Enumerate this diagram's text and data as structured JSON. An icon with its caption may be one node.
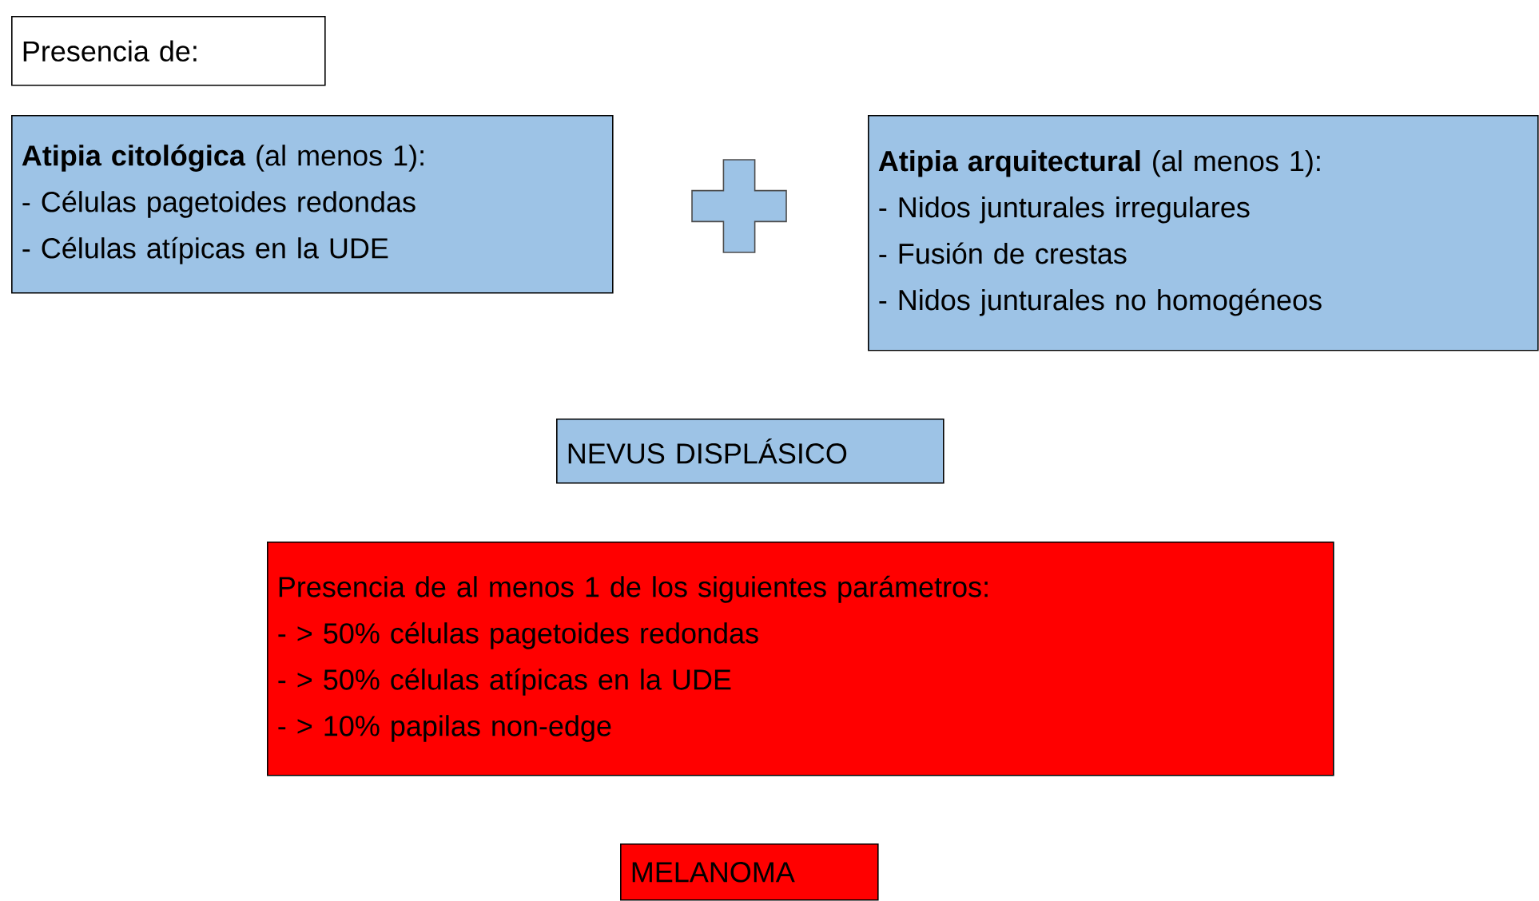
{
  "diagram": {
    "nodes": [
      {
        "text": [
          "Presencia de:"
        ]
      },
      {
        "text": [
          "**Atipia citológica** (al menos 1):",
          "- Células pagetoides redondas",
          "- Células atípicas en la UDE"
        ]
      },
      {
        "text": [],
        "shape": "cross"
      },
      {
        "text": [
          "**Atipia arquitectural** (al menos 1):",
          "- Nidos junturales irregulares",
          "- Fusión de crestas",
          "- Nidos junturales no homogéneos"
        ]
      },
      {
        "text": [
          "NEVUS DISPLÁSICO"
        ]
      },
      {
        "text": [
          "Presencia de al menos 1 de los siguientes parámetros:",
          "- > 50% células pagetoides redondas",
          "- > 50% células atípicas en la UDE",
          "- > 10% papilas non-edge"
        ]
      },
      {
        "text": [
          "MELANOMA"
        ]
      }
    ]
  }
}
